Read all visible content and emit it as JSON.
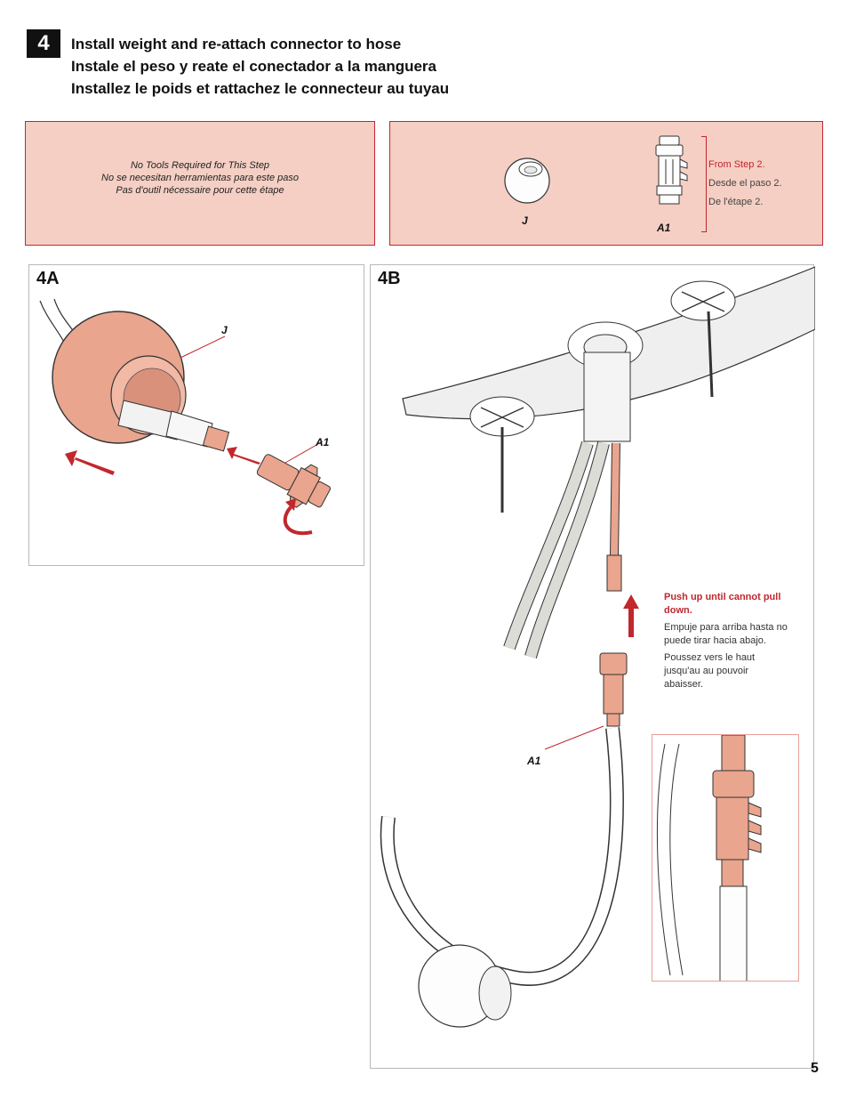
{
  "step": {
    "number": "4"
  },
  "titles": {
    "en": "Install weight and re-attach connector to hose",
    "es": "Instale el peso y reate el conectador a la manguera",
    "fr": "Installez le poids et rattachez le connecteur au tuyau"
  },
  "tools": {
    "en": "No Tools Required for This Step",
    "es": "No se necesitan herramientas para este paso",
    "fr": "Pas d'outil nécessaire pour cette étape"
  },
  "parts": {
    "weight_label": "J",
    "connector_label": "A1",
    "from_step_en": "From Step 2.",
    "from_step_es": "Desde el paso 2.",
    "from_step_fr": "De l'étape 2."
  },
  "panel_a": {
    "label": "4A",
    "weight_callout": "J",
    "connector_callout": "A1"
  },
  "panel_b": {
    "label": "4B",
    "connector_callout": "A1",
    "push_en": "Push up until cannot pull down.",
    "push_es": "Empuje para arriba hasta no puede tirar hacia abajo.",
    "push_fr": "Poussez vers le haut jusqu'au au pouvoir abaisser."
  },
  "page": {
    "number": "5"
  },
  "colors": {
    "accent_red": "#c1272d",
    "panel_pink": "#f5cfc4",
    "copper": "#e9a58e"
  }
}
